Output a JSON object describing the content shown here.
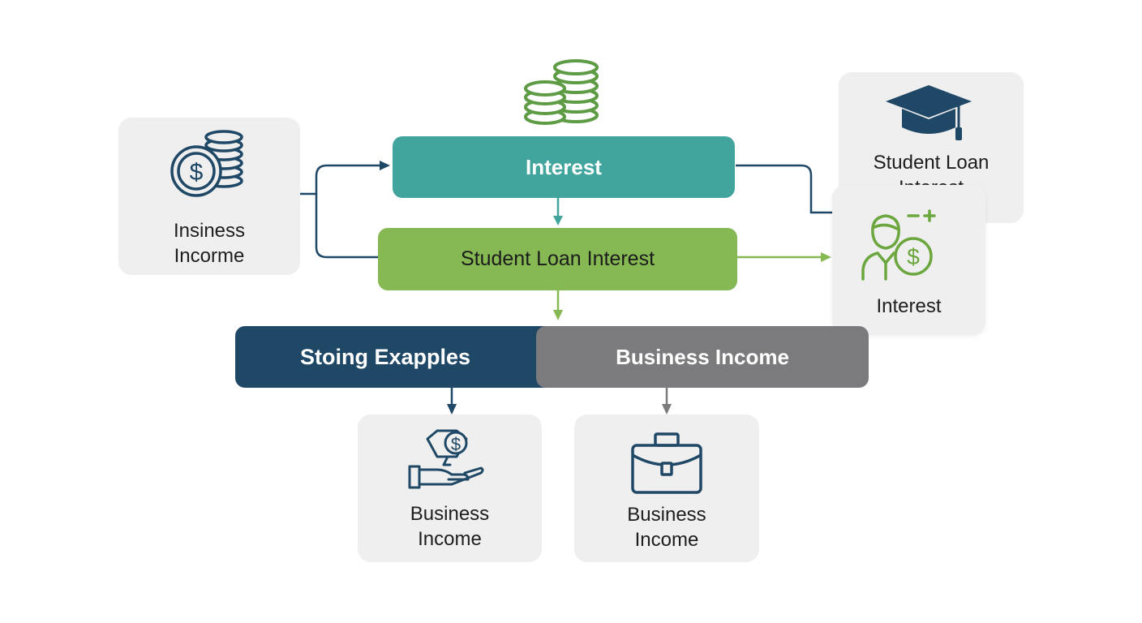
{
  "colors": {
    "teal": "#41a59d",
    "green": "#86b953",
    "navy": "#1f4766",
    "gray": "#7b7b7d",
    "card_bg": "#efefef",
    "coin_green": "#5e9b45"
  },
  "icons": {
    "coins_top": "coin-stack-icon",
    "left_card": "dollar-coin-stack-icon",
    "right_top_card": "graduation-cap-icon",
    "right_mid_card": "person-dollar-icon",
    "bottom_left_card": "hand-money-icon",
    "bottom_right_card": "briefcase-icon"
  },
  "flow": {
    "interest": "Interest",
    "student_loan_interest": "Student Loan Interest",
    "stoing_examples": "Stoing Exapples",
    "business_income": "Business Income"
  },
  "cards": {
    "left": "Insiness\nIncorme",
    "right_top": "Student Loan\nInterest",
    "right_mid": "Interest",
    "bottom_left": "Business\nIncome",
    "bottom_right": "Business\nIncome"
  }
}
